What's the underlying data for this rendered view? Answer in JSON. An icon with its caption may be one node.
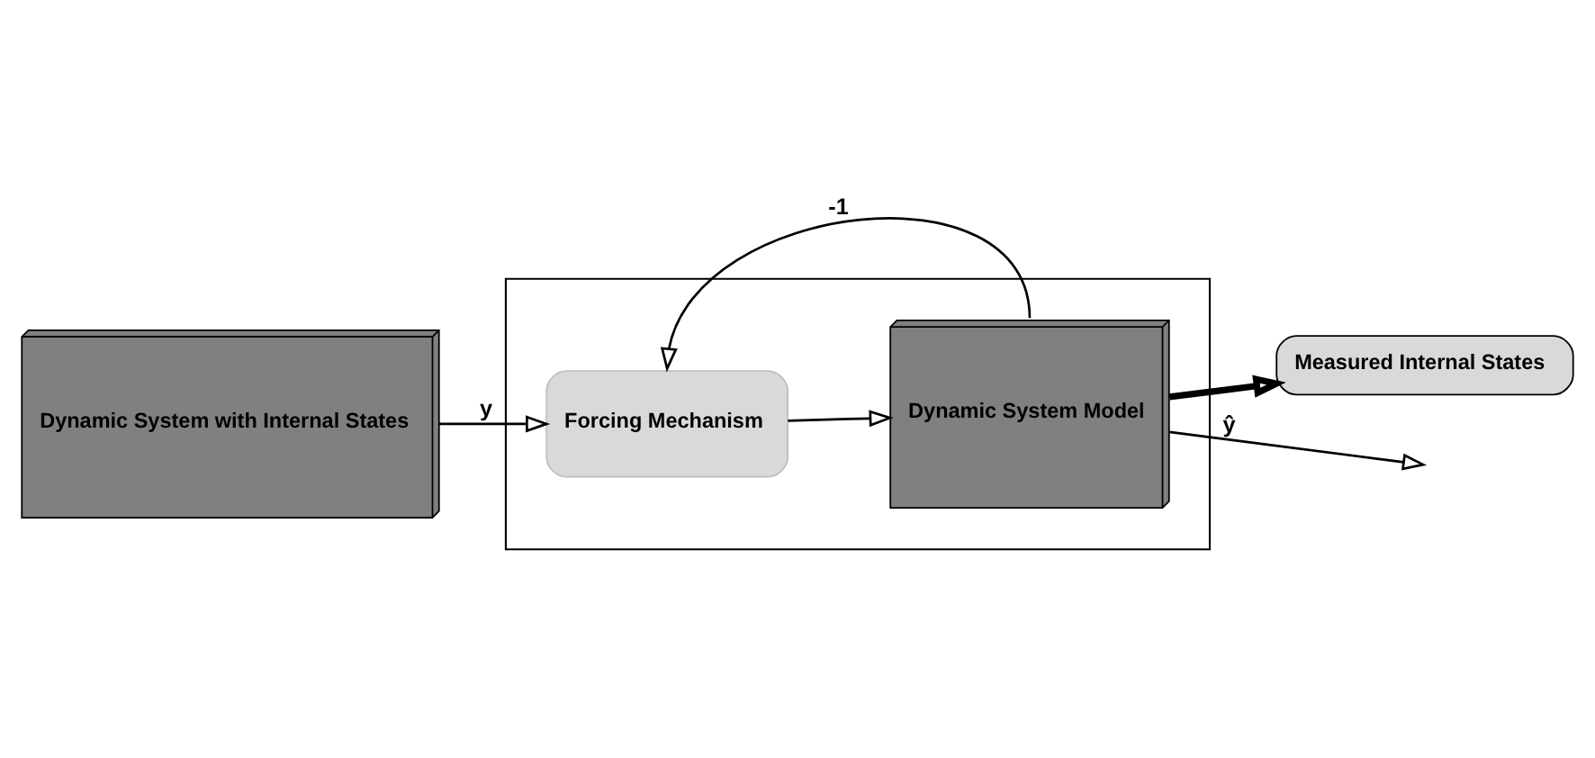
{
  "diagram": {
    "nodes": [
      {
        "text": [
          "Dynamic System with Internal States"
        ]
      },
      {
        "text": [],
        "shape": "box"
      },
      {
        "text": [
          "Forcing Mechanism"
        ],
        "in": 1
      },
      {
        "text": [
          "Dynamic System Model"
        ],
        "in": 1
      },
      {
        "text": [
          "Measured Internal States"
        ]
      }
    ],
    "edges": [
      {
        "from": 0,
        "to": 2,
        "arrow": "to",
        "label": "y"
      },
      {
        "from": 2,
        "to": 3,
        "arrow": "to"
      },
      {
        "from": 3,
        "to": null,
        "arrow": "to",
        "label": "ŷ"
      },
      {
        "from": 3,
        "to": 2,
        "arrow": "to",
        "label": "-1"
      },
      {
        "from": 3,
        "to": 4,
        "arrow": "to",
        "style": "thick"
      }
    ]
  }
}
